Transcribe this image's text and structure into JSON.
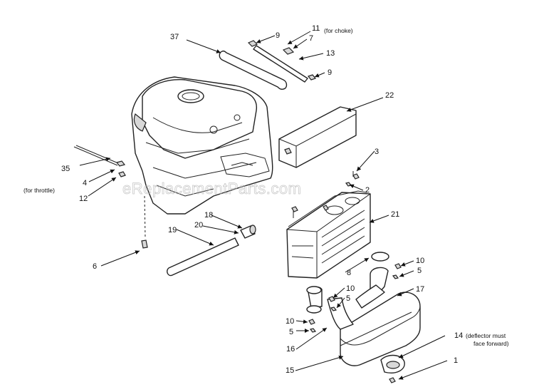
{
  "watermark": "eReplacementParts.com",
  "callouts": [
    {
      "id": "37",
      "label": "37",
      "note": ""
    },
    {
      "id": "9a",
      "label": "9",
      "note": ""
    },
    {
      "id": "11",
      "label": "11",
      "note": "(for choke)"
    },
    {
      "id": "7",
      "label": "7",
      "note": ""
    },
    {
      "id": "13",
      "label": "13",
      "note": ""
    },
    {
      "id": "9b",
      "label": "9",
      "note": ""
    },
    {
      "id": "22",
      "label": "22",
      "note": ""
    },
    {
      "id": "3",
      "label": "3",
      "note": ""
    },
    {
      "id": "2",
      "label": "2",
      "note": ""
    },
    {
      "id": "21",
      "label": "21",
      "note": ""
    },
    {
      "id": "35",
      "label": "35",
      "note": ""
    },
    {
      "id": "4",
      "label": "4",
      "note": "(for throttle)"
    },
    {
      "id": "12",
      "label": "12",
      "note": ""
    },
    {
      "id": "18",
      "label": "18",
      "note": ""
    },
    {
      "id": "20",
      "label": "20",
      "note": ""
    },
    {
      "id": "19",
      "label": "19",
      "note": ""
    },
    {
      "id": "6",
      "label": "6",
      "note": ""
    },
    {
      "id": "10a",
      "label": "10",
      "note": ""
    },
    {
      "id": "5a",
      "label": "5",
      "note": ""
    },
    {
      "id": "8",
      "label": "8",
      "note": ""
    },
    {
      "id": "10b",
      "label": "10",
      "note": ""
    },
    {
      "id": "5b",
      "label": "5",
      "note": ""
    },
    {
      "id": "17",
      "label": "17",
      "note": ""
    },
    {
      "id": "10c",
      "label": "10",
      "note": ""
    },
    {
      "id": "5c",
      "label": "5",
      "note": ""
    },
    {
      "id": "16",
      "label": "16",
      "note": ""
    },
    {
      "id": "15",
      "label": "15",
      "note": ""
    },
    {
      "id": "14",
      "label": "14",
      "note": "(deflector must"
    },
    {
      "id": "14b",
      "label": "",
      "note": "face forward)"
    },
    {
      "id": "1",
      "label": "1",
      "note": ""
    }
  ]
}
